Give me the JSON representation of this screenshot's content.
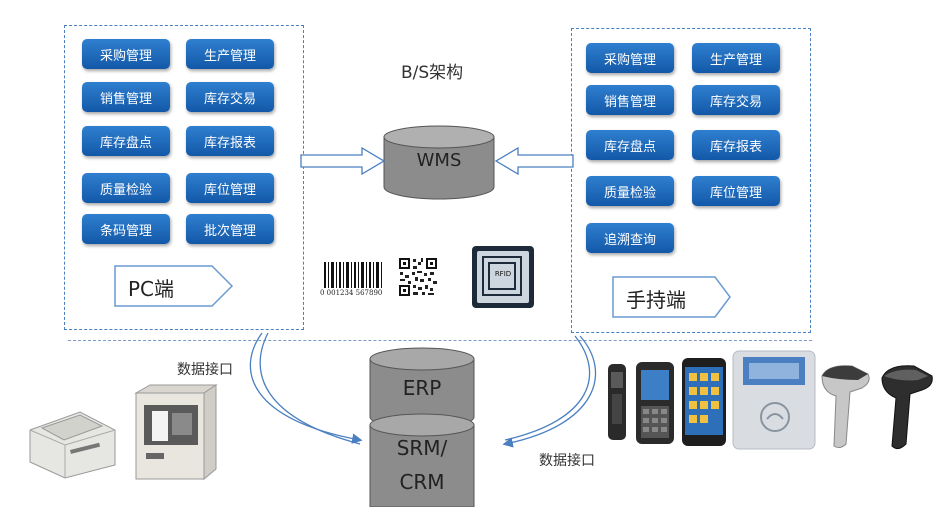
{
  "architecture_label": "B/S架构",
  "wms_label": "WMS",
  "erp_label": "ERP",
  "srm_label": "SRM/",
  "crm_label": "CRM",
  "pc": {
    "title": "PC端",
    "buttons": [
      "采购管理",
      "生产管理",
      "销售管理",
      "库存交易",
      "库存盘点",
      "库存报表",
      "质量检验",
      "库位管理",
      "条码管理",
      "批次管理"
    ]
  },
  "handheld": {
    "title": "手持端",
    "buttons": [
      "采购管理",
      "生产管理",
      "销售管理",
      "库存交易",
      "库存盘点",
      "库存报表",
      "质量检验",
      "库位管理",
      "追溯查询"
    ]
  },
  "interface_left": "数据接口",
  "interface_right": "数据接口",
  "barcode_number": "0 001234 567890",
  "rfid_label": "RFID",
  "colors": {
    "button": "#1d66b8",
    "panel_border": "#4a7fc1",
    "db_fill": "#8c8c8c"
  }
}
